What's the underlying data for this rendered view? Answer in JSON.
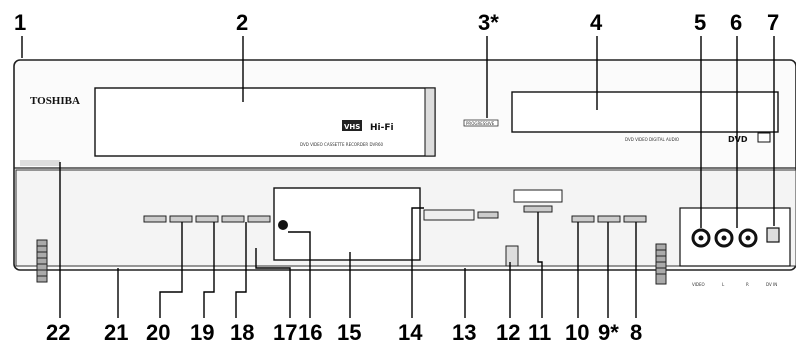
{
  "device": {
    "brand": "TOSHIBA",
    "vhs_badge": "VHS",
    "hifi_badge": "Hi-Fi",
    "vcr_caption": "DVD VIDEO CASSETTE RECORDER DVR60",
    "progressive_label": "PROGRESSIVE",
    "dvd_caption": "DVD VIDEO DIGITAL AUDIO",
    "dvd_logo": "DVD",
    "input_labels": [
      "VIDEO",
      "L",
      "R",
      "DV IN"
    ]
  },
  "callouts_top": [
    "1",
    "2",
    "3*",
    "4",
    "5",
    "6",
    "7"
  ],
  "callouts_bottom": [
    "22",
    "21",
    "20",
    "19",
    "18",
    "17",
    "16",
    "15",
    "14",
    "13",
    "12",
    "11",
    "10",
    "9*",
    "8"
  ]
}
